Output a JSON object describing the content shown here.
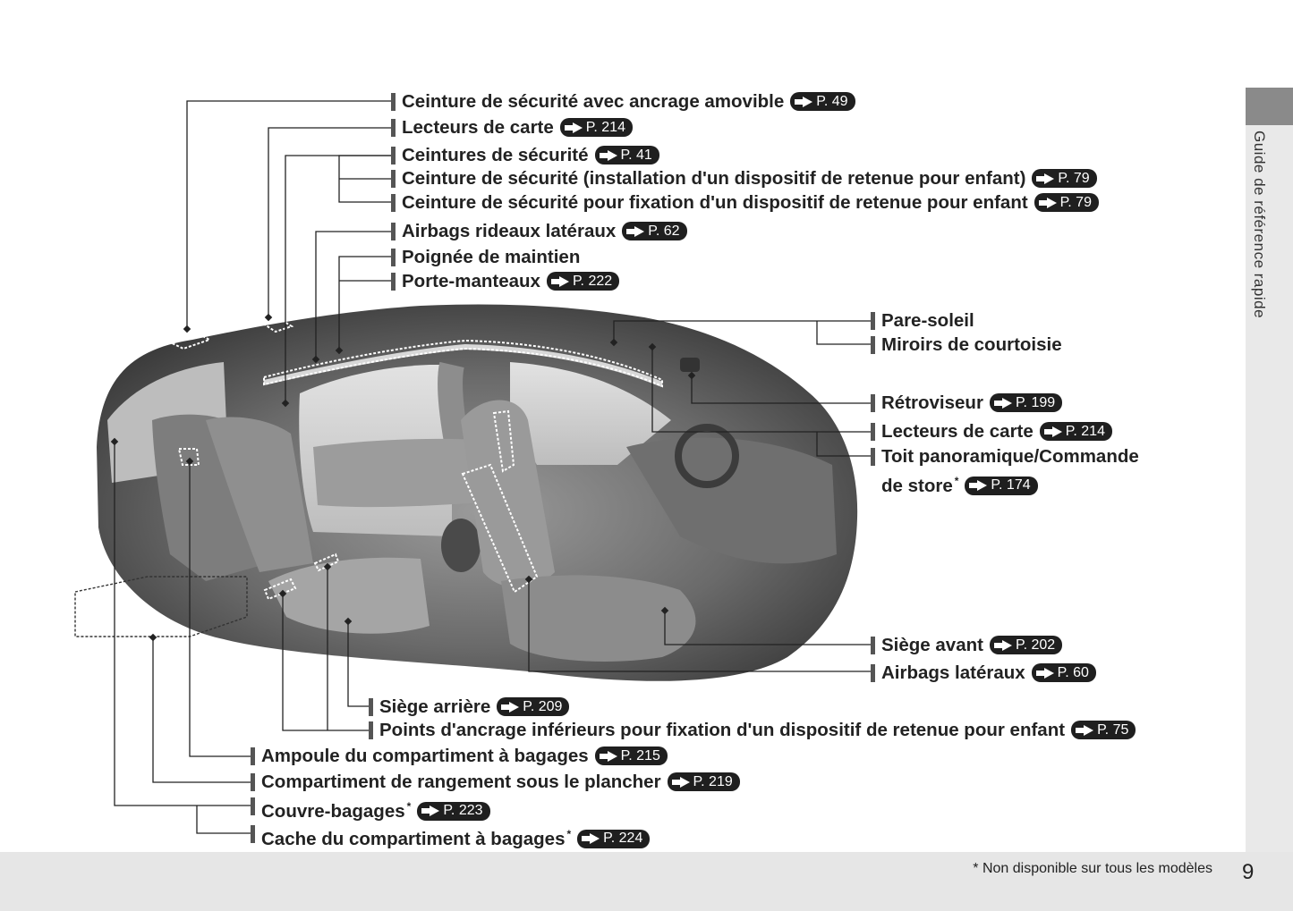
{
  "side_tab": {
    "label": "Guide de référence rapide"
  },
  "labels": [
    {
      "text": "Ceinture de sécurité avec ancrage amovible",
      "ref": "P. 49",
      "star": false
    },
    {
      "text": "Lecteurs de carte",
      "ref": "P. 214",
      "star": false
    },
    {
      "text": "Ceintures de sécurité",
      "ref": "P. 41",
      "star": false
    },
    {
      "text": "Ceinture de sécurité (installation d'un dispositif de retenue pour enfant)",
      "ref": "P. 79",
      "star": false
    },
    {
      "text": "Ceinture de sécurité pour fixation d'un dispositif de retenue pour enfant",
      "ref": "P. 79",
      "star": false
    },
    {
      "text": "Airbags rideaux latéraux",
      "ref": "P. 62",
      "star": false
    },
    {
      "text": "Poignée de maintien",
      "ref": "",
      "star": false
    },
    {
      "text": "Porte-manteaux",
      "ref": "P. 222",
      "star": false
    },
    {
      "text": "Pare-soleil",
      "ref": "",
      "star": false
    },
    {
      "text": "Miroirs de courtoisie",
      "ref": "",
      "star": false
    },
    {
      "text": "Rétroviseur",
      "ref": "P. 199",
      "star": false
    },
    {
      "text": "Lecteurs de carte",
      "ref": "P. 214",
      "star": false
    },
    {
      "text": "Toit panoramique/Commande",
      "ref": "",
      "star": false
    },
    {
      "text": "de store",
      "ref": "P. 174",
      "star": true
    },
    {
      "text": "Siège avant",
      "ref": "P. 202",
      "star": false
    },
    {
      "text": "Airbags latéraux",
      "ref": "P. 60",
      "star": false
    },
    {
      "text": "Siège arrière",
      "ref": "P. 209",
      "star": false
    },
    {
      "text": "Points d'ancrage inférieurs pour fixation d'un dispositif de retenue pour enfant",
      "ref": "P. 75",
      "star": false
    },
    {
      "text": "Ampoule du compartiment à bagages",
      "ref": "P. 215",
      "star": false
    },
    {
      "text": "Compartiment de rangement sous le plancher",
      "ref": "P. 219",
      "star": false
    },
    {
      "text": "Couvre-bagages",
      "ref": "P. 223",
      "star": true
    },
    {
      "text": "Cache du compartiment à bagages",
      "ref": "P. 224",
      "star": true
    }
  ],
  "footnote": "* Non disponible sur tous les modèles",
  "page_number": "9"
}
